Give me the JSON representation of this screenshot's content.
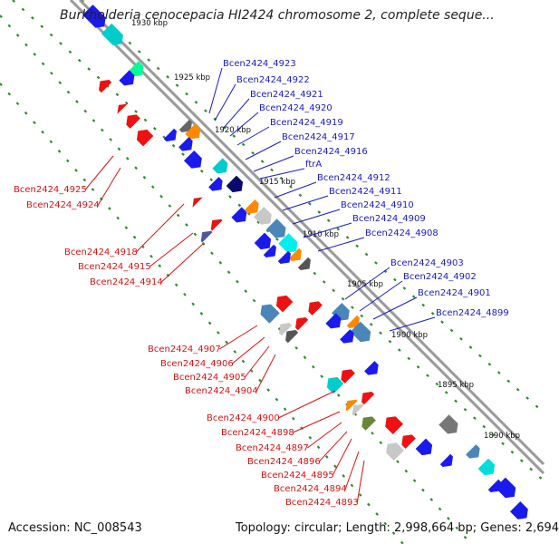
{
  "title": "Burkholderia cenocepacia HI2424 chromosome 2, complete seque...",
  "footer": {
    "accession": "Accession: NC_008543",
    "topology": "Topology: circular; Length: 2,998,664 bp; Genes: 2,694"
  },
  "colors": {
    "backbone": "#9a9a9a",
    "tick": "#2e8b2e",
    "forward_label": "#1a1acc",
    "reverse_label": "#dd1111",
    "scale_text": "#111111"
  },
  "scale_labels": [
    "1930 kbp",
    "1925 kbp",
    "1920 kbp",
    "1915 kbp",
    "1910 kbp",
    "1905 kbp",
    "1900 kbp",
    "1895 kbp",
    "1890 kbp"
  ],
  "forward_genes": [
    "Bcen2424_4923",
    "Bcen2424_4922",
    "Bcen2424_4921",
    "Bcen2424_4920",
    "Bcen2424_4919",
    "Bcen2424_4917",
    "Bcen2424_4916",
    "ftrA",
    "Bcen2424_4912",
    "Bcen2424_4911",
    "Bcen2424_4910",
    "Bcen2424_4909",
    "Bcen2424_4908",
    "Bcen2424_4903",
    "Bcen2424_4902",
    "Bcen2424_4901",
    "Bcen2424_4899"
  ],
  "reverse_genes": [
    "Bcen2424_4925",
    "Bcen2424_4924",
    "Bcen2424_4918",
    "Bcen2424_4915",
    "Bcen2424_4914",
    "Bcen2424_4907",
    "Bcen2424_4906",
    "Bcen2424_4905",
    "Bcen2424_4904",
    "Bcen2424_4900",
    "Bcen2424_4898",
    "Bcen2424_4897",
    "Bcen2424_4896",
    "Bcen2424_4895",
    "Bcen2424_4894",
    "Bcen2424_4893"
  ]
}
